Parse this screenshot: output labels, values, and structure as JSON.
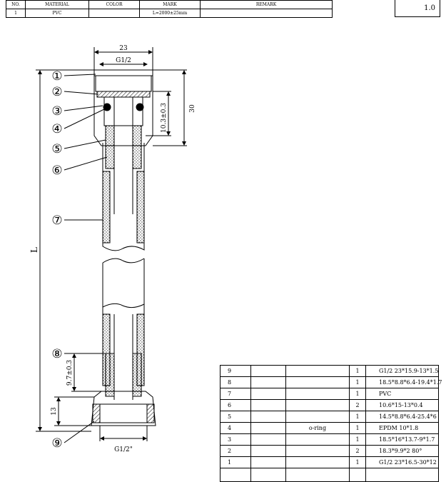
{
  "header_table": {
    "headers": [
      "NO.",
      "MATERIAL",
      "COLOR",
      "MARK",
      "REMARK"
    ],
    "row": [
      "1",
      "PVC",
      "",
      "L=2000±25mm",
      ""
    ]
  },
  "revision": "1.0",
  "dimensions": {
    "top_width": "23",
    "top_thread": "G1/2",
    "dim_30": "30",
    "dim_10_3": "10.3±0.3",
    "length": "L",
    "dim_9_7": "9.7±0.3",
    "dim_13": "13",
    "bottom_thread": "G1/2\""
  },
  "callouts": [
    "①",
    "②",
    "③",
    "④",
    "⑤",
    "⑥",
    "⑦",
    "⑧",
    "⑨"
  ],
  "parts_table": [
    {
      "no": "9",
      "material": "",
      "color": "",
      "qty": "1",
      "remark": "G1/2 23*15.9-13*1.5"
    },
    {
      "no": "8",
      "material": "",
      "color": "",
      "qty": "1",
      "remark": "18.5*8.8*6.4-19.4*1.7"
    },
    {
      "no": "7",
      "material": "",
      "color": "",
      "qty": "1",
      "remark": "PVC"
    },
    {
      "no": "6",
      "material": "",
      "color": "",
      "qty": "2",
      "remark": "10.6*15-13*0.4"
    },
    {
      "no": "5",
      "material": "",
      "color": "",
      "qty": "1",
      "remark": "14.5*8.8*6.4-25.4*6"
    },
    {
      "no": "4",
      "material": "",
      "color": "o-ring",
      "qty": "1",
      "remark": "EPDM          10*1.8"
    },
    {
      "no": "3",
      "material": "",
      "color": "",
      "qty": "1",
      "remark": "18.5*16*13.7-9*1.7"
    },
    {
      "no": "2",
      "material": "",
      "color": "",
      "qty": "2",
      "remark": "18.3*9.9*2          80°"
    },
    {
      "no": "1",
      "material": "",
      "color": "",
      "qty": "1",
      "remark": "G1/2 23*16.5-30*12"
    }
  ]
}
